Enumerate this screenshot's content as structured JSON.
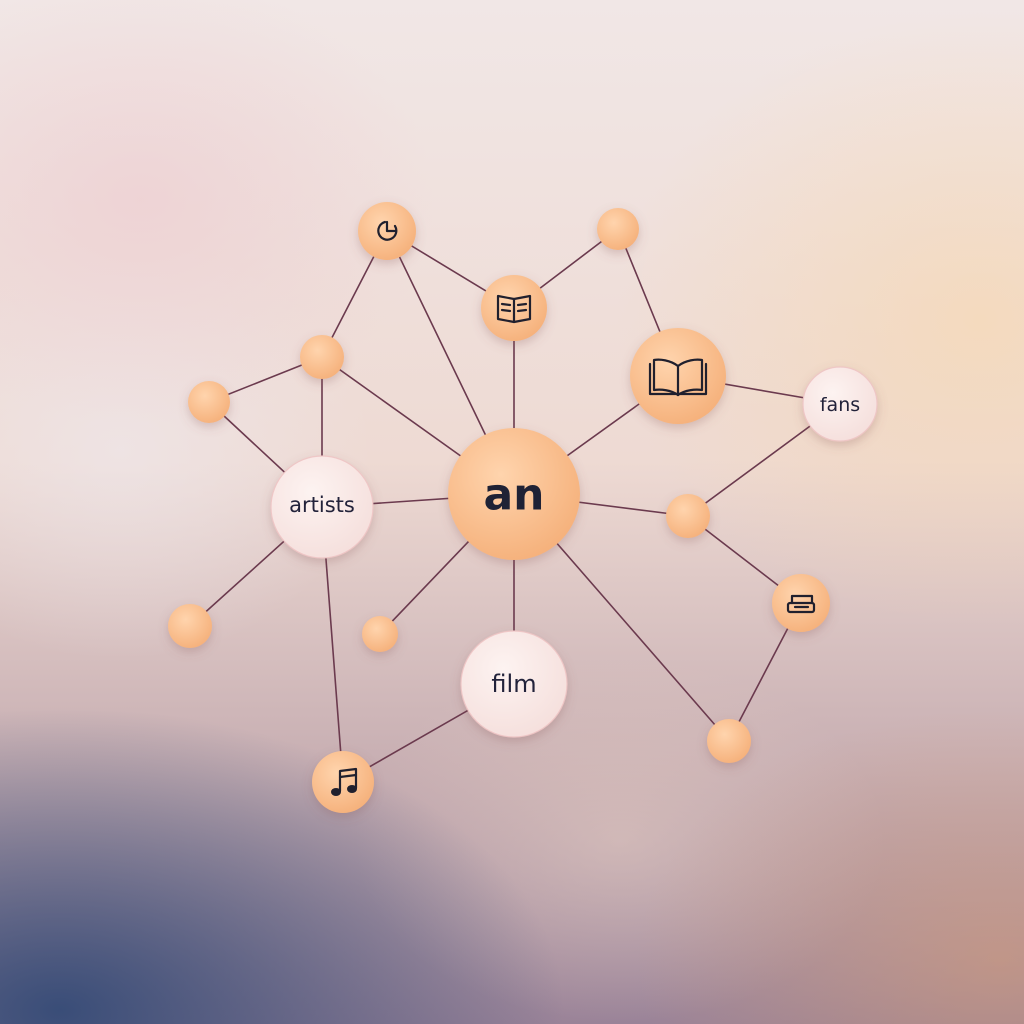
{
  "diagram": {
    "hub": {
      "label": "an"
    },
    "labeled_nodes": [
      {
        "id": "artists",
        "label": "artists"
      },
      {
        "id": "fans",
        "label": "fans"
      },
      {
        "id": "film",
        "label": "film"
      }
    ],
    "icon_nodes": [
      {
        "id": "pie",
        "icon": "pie-chart-icon"
      },
      {
        "id": "book-small",
        "icon": "book-icon"
      },
      {
        "id": "book-large",
        "icon": "open-book-icon"
      },
      {
        "id": "typewriter",
        "icon": "typewriter-icon"
      },
      {
        "id": "music",
        "icon": "music-note-icon"
      }
    ],
    "edges": [
      [
        "pie",
        "book-small"
      ],
      [
        "pie",
        "dot-a"
      ],
      [
        "pie",
        "hub"
      ],
      [
        "book-small",
        "hub"
      ],
      [
        "book-small",
        "dot-top"
      ],
      [
        "dot-top",
        "book-large"
      ],
      [
        "book-large",
        "hub"
      ],
      [
        "book-large",
        "fans"
      ],
      [
        "fans",
        "dot-right"
      ],
      [
        "dot-right",
        "hub"
      ],
      [
        "dot-right",
        "typewriter"
      ],
      [
        "typewriter",
        "dot-br"
      ],
      [
        "dot-br",
        "hub"
      ],
      [
        "dot-a",
        "dot-b"
      ],
      [
        "dot-a",
        "artists"
      ],
      [
        "dot-a",
        "hub"
      ],
      [
        "dot-b",
        "artists"
      ],
      [
        "artists",
        "hub"
      ],
      [
        "artists",
        "dot-left"
      ],
      [
        "artists",
        "music"
      ],
      [
        "music",
        "film"
      ],
      [
        "film",
        "hub"
      ],
      [
        "dot-small",
        "hub"
      ]
    ],
    "colors": {
      "node_orange": "#f8b47e",
      "node_pale": "#f9e8e6",
      "edge": "#6b3a4e",
      "text": "#22223a"
    }
  }
}
